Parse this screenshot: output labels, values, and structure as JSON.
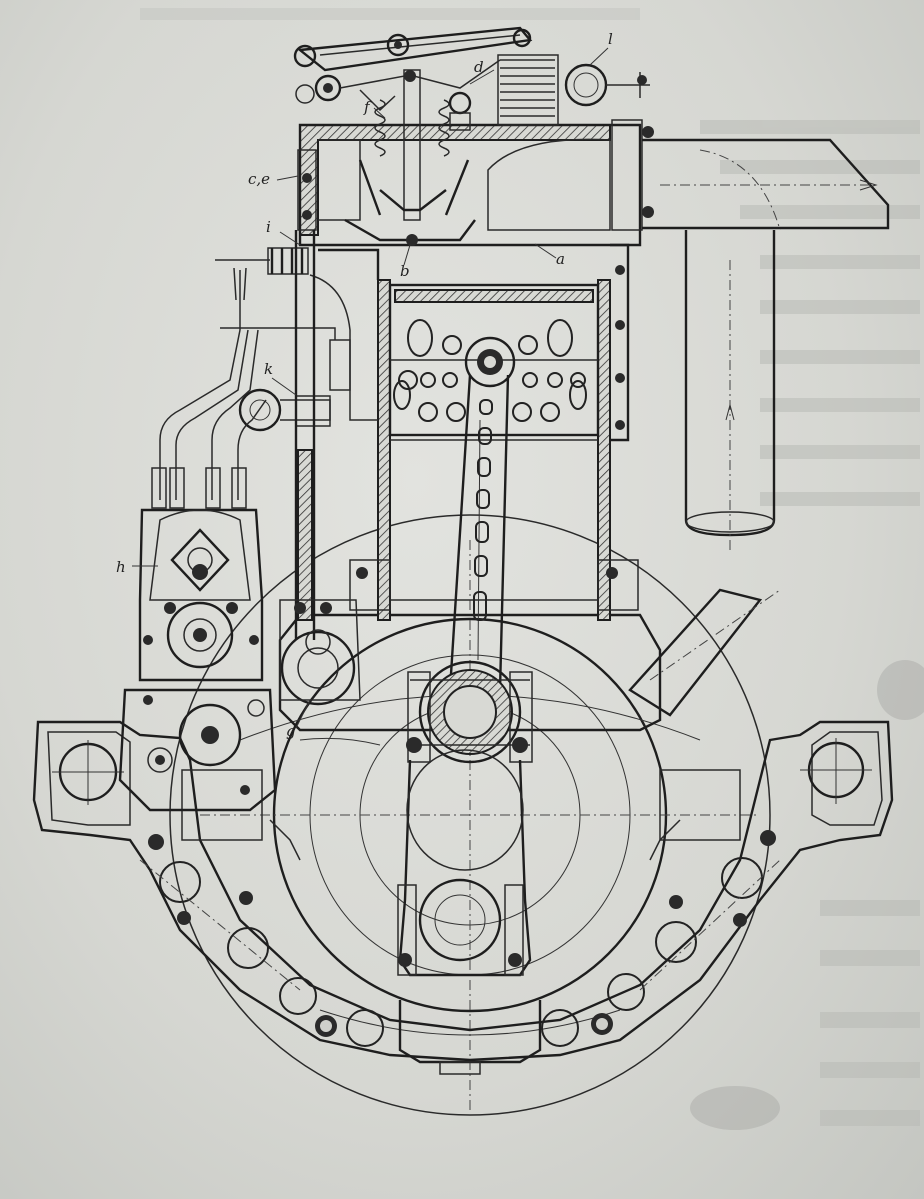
{
  "labels": {
    "l": "l",
    "d": "d",
    "f": "f",
    "ce": "c,e",
    "i": "i",
    "b": "b",
    "a": "a",
    "k": "k",
    "h": "h",
    "g": "g"
  },
  "colors": {
    "paper": "#d6d7d2",
    "ink": "#1e1e1e"
  }
}
